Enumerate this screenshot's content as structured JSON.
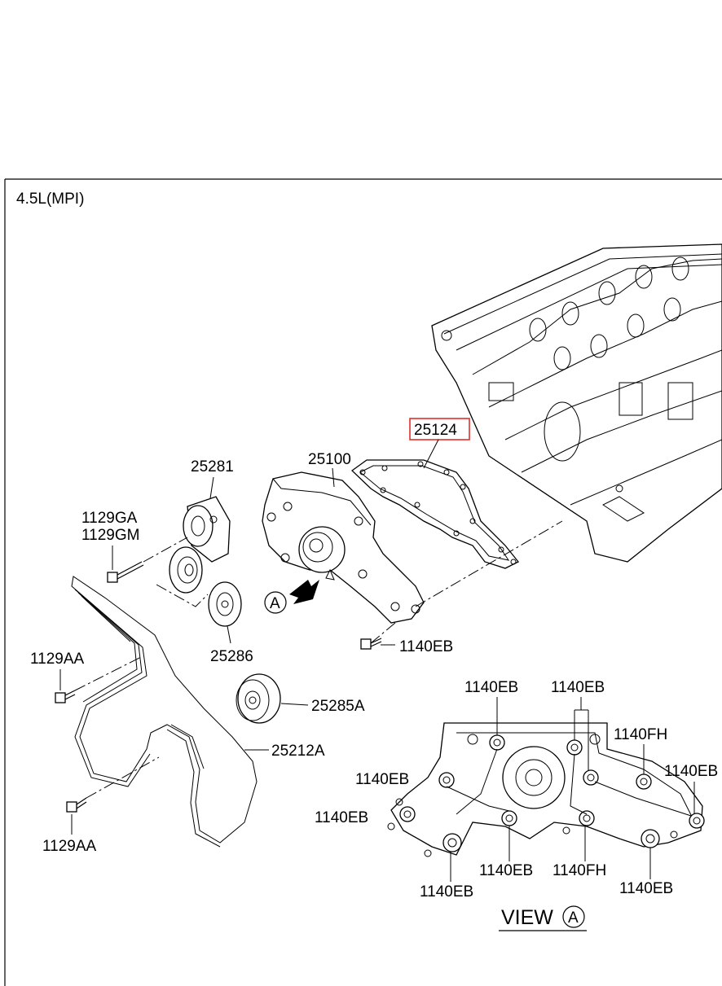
{
  "diagram": {
    "engine_label": "4.5L(MPI)",
    "view_label": "VIEW",
    "view_letter": "A",
    "arrow_letter": "A",
    "highlight_color": "#e0302a",
    "parts": {
      "p25124": "25124",
      "p25100": "25100",
      "p25281": "25281",
      "p1129GA": "1129GA",
      "p1129GM": "1129GM",
      "p25286": "25286",
      "p1129AA_top": "1129AA",
      "p25285A": "25285A",
      "p25212A": "25212A",
      "p1129AA_bottom": "1129AA",
      "p1140EB_main": "1140EB"
    },
    "view_a_labels": {
      "top_left": "1140EB",
      "top_right": "1140EB",
      "right_upper": "1140FH",
      "far_right": "1140EB",
      "left_upper": "1140EB",
      "left_lower": "1140EB",
      "bottom_center": "1140EB",
      "bottom_mid": "1140FH",
      "bottom_right": "1140EB",
      "bottom_left": "1140EB"
    }
  }
}
